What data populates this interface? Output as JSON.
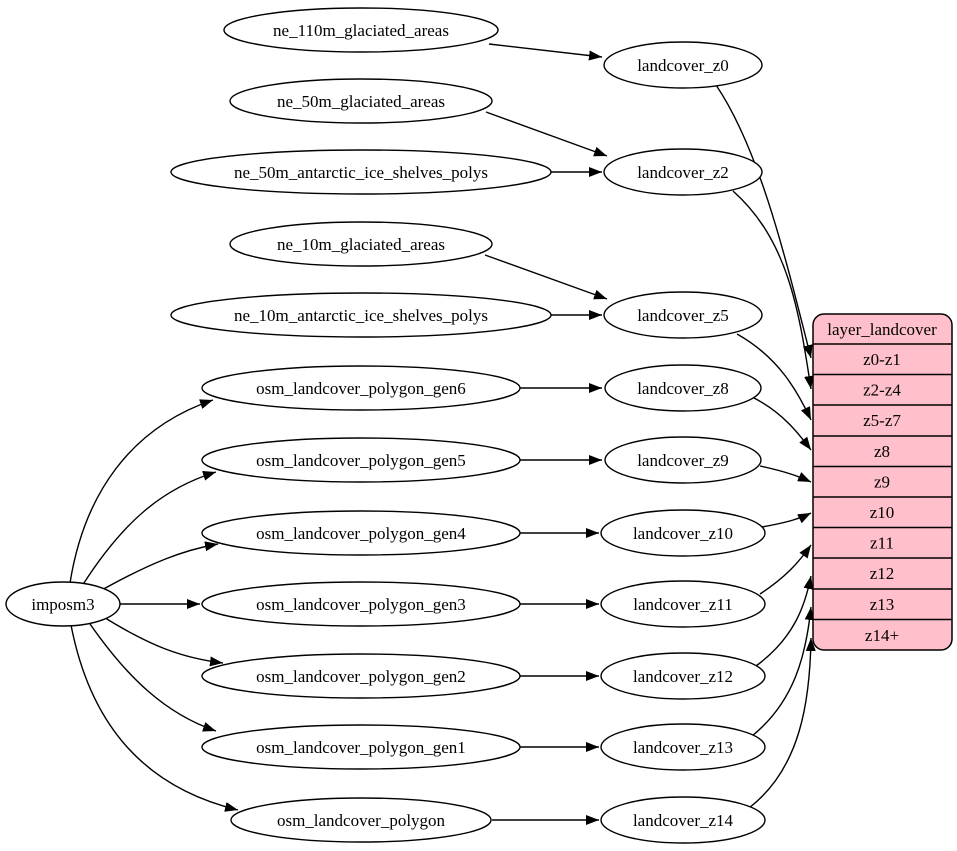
{
  "colors": {
    "background": "#ffffff",
    "node_fill": "#ffffff",
    "node_stroke": "#000000",
    "edge_color": "#000000",
    "record_fill": "#ffc0cb",
    "text_color": "#000000"
  },
  "nodes": {
    "imposm3": "imposm3",
    "ne_110m_glaciated_areas": "ne_110m_glaciated_areas",
    "ne_50m_glaciated_areas": "ne_50m_glaciated_areas",
    "ne_50m_antarctic_ice_shelves_polys": "ne_50m_antarctic_ice_shelves_polys",
    "ne_10m_glaciated_areas": "ne_10m_glaciated_areas",
    "ne_10m_antarctic_ice_shelves_polys": "ne_10m_antarctic_ice_shelves_polys",
    "osm_landcover_polygon_gen6": "osm_landcover_polygon_gen6",
    "osm_landcover_polygon_gen5": "osm_landcover_polygon_gen5",
    "osm_landcover_polygon_gen4": "osm_landcover_polygon_gen4",
    "osm_landcover_polygon_gen3": "osm_landcover_polygon_gen3",
    "osm_landcover_polygon_gen2": "osm_landcover_polygon_gen2",
    "osm_landcover_polygon_gen1": "osm_landcover_polygon_gen1",
    "osm_landcover_polygon": "osm_landcover_polygon",
    "landcover_z0": "landcover_z0",
    "landcover_z2": "landcover_z2",
    "landcover_z5": "landcover_z5",
    "landcover_z8": "landcover_z8",
    "landcover_z9": "landcover_z9",
    "landcover_z10": "landcover_z10",
    "landcover_z11": "landcover_z11",
    "landcover_z12": "landcover_z12",
    "landcover_z13": "landcover_z13",
    "landcover_z14": "landcover_z14"
  },
  "record": {
    "title": "layer_landcover",
    "rows": [
      "z0-z1",
      "z2-z4",
      "z5-z7",
      "z8",
      "z9",
      "z10",
      "z11",
      "z12",
      "z13",
      "z14+"
    ]
  },
  "edges": [
    {
      "from": "ne_110m_glaciated_areas",
      "to": "landcover_z0"
    },
    {
      "from": "ne_50m_glaciated_areas",
      "to": "landcover_z2"
    },
    {
      "from": "ne_50m_antarctic_ice_shelves_polys",
      "to": "landcover_z2"
    },
    {
      "from": "ne_10m_glaciated_areas",
      "to": "landcover_z5"
    },
    {
      "from": "ne_10m_antarctic_ice_shelves_polys",
      "to": "landcover_z5"
    },
    {
      "from": "osm_landcover_polygon_gen6",
      "to": "landcover_z8"
    },
    {
      "from": "osm_landcover_polygon_gen5",
      "to": "landcover_z9"
    },
    {
      "from": "osm_landcover_polygon_gen4",
      "to": "landcover_z10"
    },
    {
      "from": "osm_landcover_polygon_gen3",
      "to": "landcover_z11"
    },
    {
      "from": "osm_landcover_polygon_gen2",
      "to": "landcover_z12"
    },
    {
      "from": "osm_landcover_polygon_gen1",
      "to": "landcover_z13"
    },
    {
      "from": "osm_landcover_polygon",
      "to": "landcover_z14"
    },
    {
      "from": "imposm3",
      "to": "osm_landcover_polygon_gen6"
    },
    {
      "from": "imposm3",
      "to": "osm_landcover_polygon_gen5"
    },
    {
      "from": "imposm3",
      "to": "osm_landcover_polygon_gen4"
    },
    {
      "from": "imposm3",
      "to": "osm_landcover_polygon_gen3"
    },
    {
      "from": "imposm3",
      "to": "osm_landcover_polygon_gen2"
    },
    {
      "from": "imposm3",
      "to": "osm_landcover_polygon_gen1"
    },
    {
      "from": "imposm3",
      "to": "osm_landcover_polygon"
    },
    {
      "from": "landcover_z0",
      "to": "layer_landcover:z0-z1"
    },
    {
      "from": "landcover_z2",
      "to": "layer_landcover:z2-z4"
    },
    {
      "from": "landcover_z5",
      "to": "layer_landcover:z5-z7"
    },
    {
      "from": "landcover_z8",
      "to": "layer_landcover:z8"
    },
    {
      "from": "landcover_z9",
      "to": "layer_landcover:z9"
    },
    {
      "from": "landcover_z10",
      "to": "layer_landcover:z10"
    },
    {
      "from": "landcover_z11",
      "to": "layer_landcover:z11"
    },
    {
      "from": "landcover_z12",
      "to": "layer_landcover:z12"
    },
    {
      "from": "landcover_z13",
      "to": "layer_landcover:z13"
    },
    {
      "from": "landcover_z14",
      "to": "layer_landcover:z14+"
    }
  ]
}
